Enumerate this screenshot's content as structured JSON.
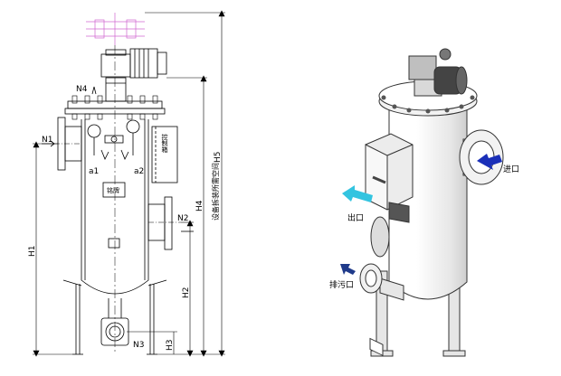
{
  "drawing": {
    "labels": {
      "n1": "N1",
      "n2": "N2",
      "n3": "N3",
      "n4": "N4",
      "a1": "a1",
      "a2": "a2",
      "h1": "H1",
      "h2": "H2",
      "h3": "H3",
      "h4": "H4",
      "h5": "H5",
      "control_box": "控制箱",
      "nameplate": "铭牌",
      "vertical_note": "设备拆装所需空间"
    }
  },
  "render": {
    "labels": {
      "inlet": "进口",
      "outlet": "出口",
      "drain": "排污口"
    },
    "arrow_colors": {
      "inlet": "#1a2fb8",
      "outlet": "#33c4e0",
      "drain": "#1f3a8a"
    }
  }
}
